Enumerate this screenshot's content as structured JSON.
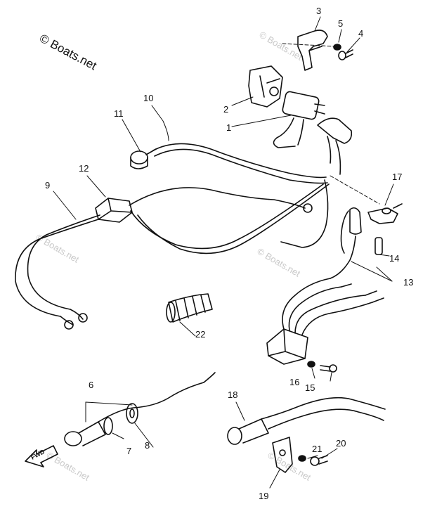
{
  "watermark": {
    "main": "© Boats.net",
    "faint": "© Boats.net"
  },
  "direction_label": "FWD",
  "callouts": {
    "c1": "1",
    "c2": "2",
    "c3": "3",
    "c4": "4",
    "c5": "5",
    "c6": "6",
    "c7": "7",
    "c8": "8",
    "c9": "9",
    "c10": "10",
    "c11": "11",
    "c12": "12",
    "c13": "13",
    "c14": "14",
    "c15": "15",
    "c16": "16",
    "c17": "17",
    "c18": "18",
    "c19": "19",
    "c20": "20",
    "c21": "21",
    "c22": "22"
  }
}
